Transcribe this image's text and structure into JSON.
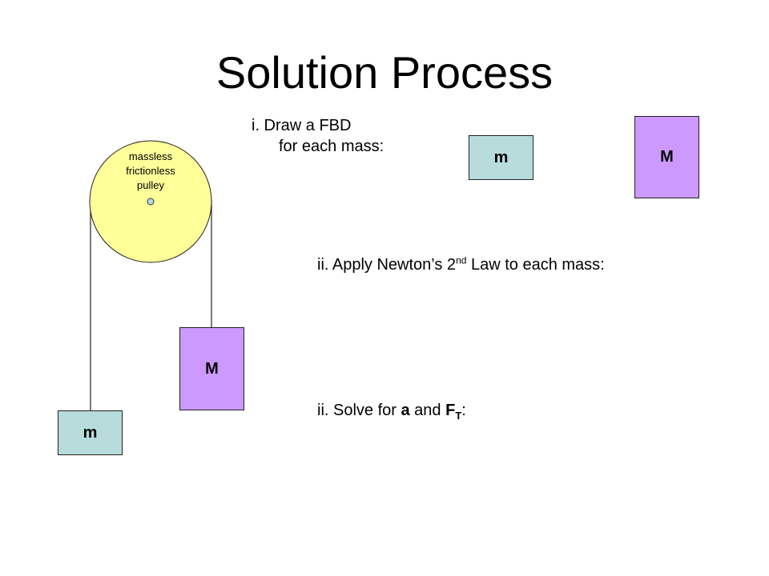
{
  "slide": {
    "title": "Solution Process"
  },
  "pulley": {
    "label_lines": [
      "massless",
      "frictionless",
      "pulley"
    ],
    "fill_color": "#ffff99"
  },
  "blocks": {
    "hanging_small": "m",
    "hanging_large": "M",
    "fbd_small": "m",
    "fbd_large": "M"
  },
  "steps": {
    "step1_line1": "i.  Draw a FBD",
    "step1_line2": "for each mass:",
    "step2_prefix": "ii.  Apply Newton’s 2",
    "step2_sup": "nd",
    "step2_suffix": " Law to each mass:",
    "step3_prefix": "ii.  Solve for ",
    "step3_a": "a",
    "step3_and": " and ",
    "step3_F": "F",
    "step3_sub": "T",
    "step3_colon": ":"
  },
  "colors": {
    "small_block": "#b8dcdc",
    "large_block": "#cc99ff",
    "pulley": "#ffff99",
    "axle": "#b8dcdc"
  }
}
